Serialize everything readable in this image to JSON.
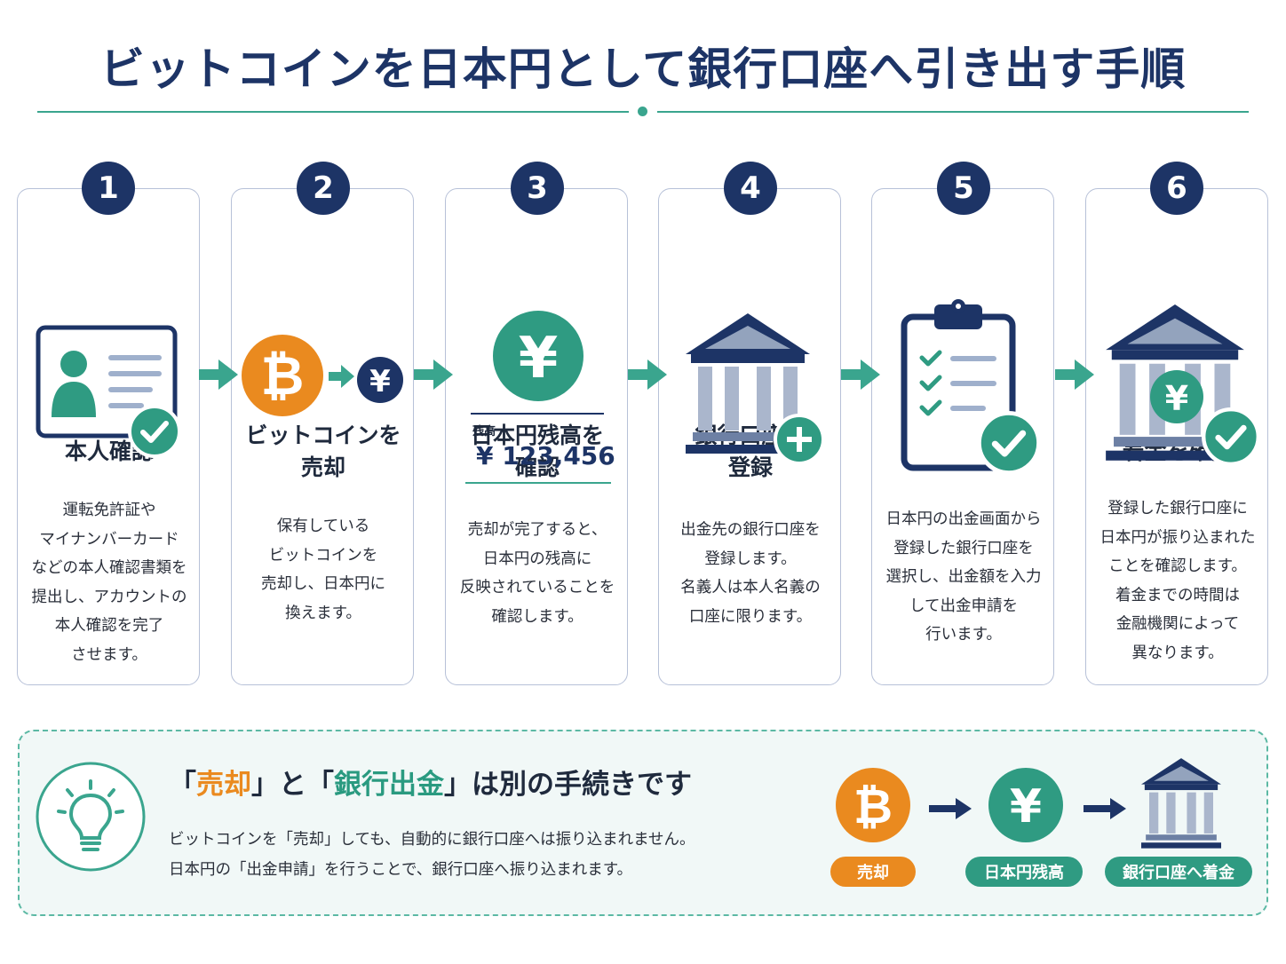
{
  "title": "ビットコインを日本円として銀行口座へ引き出す手順",
  "colors": {
    "navy": "#1d3466",
    "teal": "#3aa58e",
    "bitcoin_orange": "#ea8a1f",
    "border": "#b7c1d8"
  },
  "steps": [
    {
      "number": "1",
      "title": "本人確認",
      "icon": "id-card-check-icon",
      "description": "運転免許証や\nマイナンバーカード\nなどの本人確認書類を\n提出し、アカウントの\n本人確認を完了\nさせます。"
    },
    {
      "number": "2",
      "title": "ビットコインを\n売却",
      "icon": "bitcoin-to-yen-icon",
      "bitcoin_symbol": "₿",
      "yen_symbol": "¥",
      "description": "保有している\nビットコインを\n売却し、日本円に\n換えます。"
    },
    {
      "number": "3",
      "title": "日本円残高を\n確認",
      "icon": "yen-coin-balance-icon",
      "yen_symbol": "¥",
      "balance_label": "残高",
      "balance_value": "¥ 123,456",
      "description": "売却が完了すると、\n日本円の残高に\n反映されていることを\n確認します。"
    },
    {
      "number": "4",
      "title": "銀行口座を\n登録",
      "icon": "bank-add-icon",
      "description": "出金先の銀行口座を\n登録します。\n名義人は本人名義の\n口座に限ります。"
    },
    {
      "number": "5",
      "title": "出金申請",
      "icon": "clipboard-check-icon",
      "description": "日本円の出金画面から\n登録した銀行口座を\n選択し、出金額を入力\nして出金申請を\n行います。"
    },
    {
      "number": "6",
      "title": "着金を確認",
      "icon": "bank-yen-check-icon",
      "yen_symbol": "¥",
      "description": "登録した銀行口座に\n日本円が振り込まれた\nことを確認します。\n着金までの時間は\n金融機関によって\n異なります。"
    }
  ],
  "tip": {
    "icon": "lightbulb-icon",
    "heading_open1": "「",
    "heading_term1": "売却",
    "heading_close1": "」",
    "heading_and": "と",
    "heading_open2": "「",
    "heading_term2": "銀行出金",
    "heading_close2": "」",
    "heading_rest": "は別の手続きです",
    "line1": "ビットコインを「売却」しても、自動的に銀行口座へは振り込まれません。",
    "line2": "日本円の「出金申請」を行うことで、銀行口座へ振り込まれます。",
    "flow": [
      {
        "icon": "bitcoin-icon",
        "symbol": "₿",
        "label": "売却"
      },
      {
        "icon": "yen-icon",
        "symbol": "¥",
        "label": "日本円残高"
      },
      {
        "icon": "bank-icon",
        "label": "銀行口座へ着金"
      }
    ]
  }
}
